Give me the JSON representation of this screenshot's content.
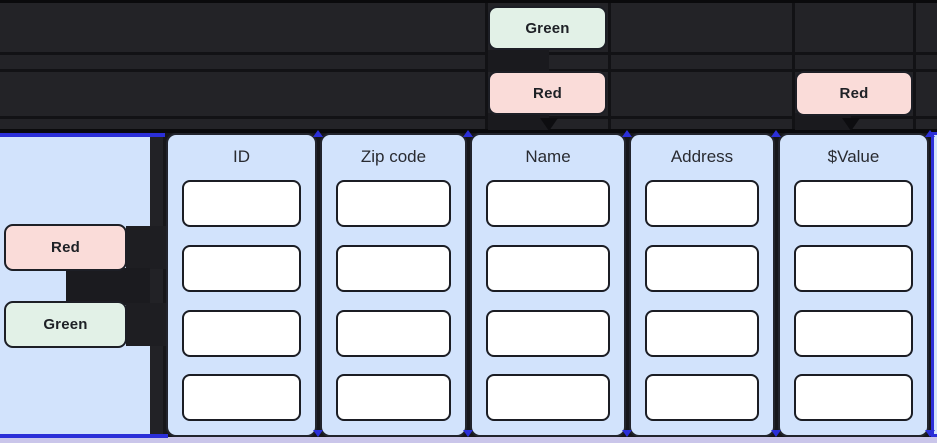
{
  "app": {
    "type": "diagram-canvas"
  },
  "colors": {
    "accent_blue": "#2b2fd8",
    "panel_blue": "#d2e3fc",
    "badge_pink": "#fadcd9",
    "badge_green": "#e2f1e7",
    "lavender_strip": "#cac6ea",
    "dark_band": "#232327",
    "node_border": "#1d1f26"
  },
  "nodes": {
    "top_green": {
      "label": "Green",
      "variant": "green"
    },
    "top_red_center": {
      "label": "Red",
      "variant": "red"
    },
    "top_red_right": {
      "label": "Red",
      "variant": "red"
    },
    "left_red": {
      "label": "Red",
      "variant": "red"
    },
    "left_green": {
      "label": "Green",
      "variant": "green"
    }
  },
  "table": {
    "columns": [
      {
        "header": "ID",
        "cells": [
          "",
          "",
          "",
          ""
        ]
      },
      {
        "header": "Zip code",
        "cells": [
          "",
          "",
          "",
          ""
        ]
      },
      {
        "header": "Name",
        "cells": [
          "",
          "",
          "",
          ""
        ]
      },
      {
        "header": "Address",
        "cells": [
          "",
          "",
          "",
          ""
        ]
      },
      {
        "header": "$Value",
        "cells": [
          "",
          "",
          "",
          ""
        ]
      }
    ]
  }
}
